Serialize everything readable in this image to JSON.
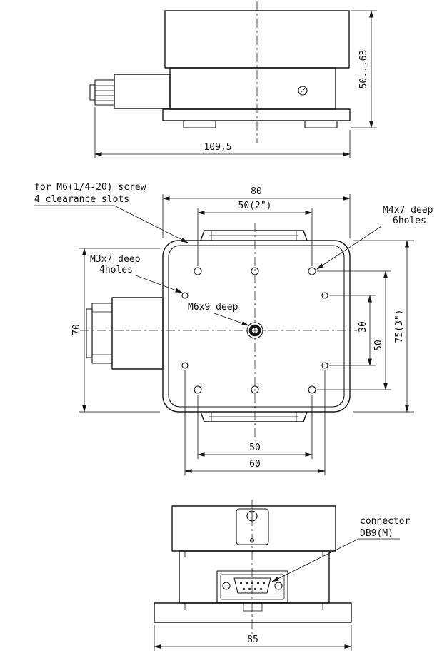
{
  "drawing": {
    "side_view": {
      "dim_height": "50...63",
      "dim_length": "109,5"
    },
    "top_view": {
      "dim_width_80": "80",
      "dim_width_50in": "50(2\")",
      "dim_left_70": "70",
      "dim_right_30": "30",
      "dim_right_50": "50",
      "dim_right_75in": "75(3\")",
      "dim_bottom_50": "50",
      "dim_bottom_60": "60",
      "note_clearance_1": "for M6(1/4-20) screw",
      "note_clearance_2": "4 clearance slots",
      "note_m4_1": "M4x7 deep",
      "note_m4_2": "6holes",
      "note_m3_1": "M3x7 deep",
      "note_m3_2": "4holes",
      "note_m6": "M6x9 deep"
    },
    "front_view": {
      "note_connector_1": "connector",
      "note_connector_2": "DB9(M)",
      "dim_width_85": "85"
    }
  }
}
